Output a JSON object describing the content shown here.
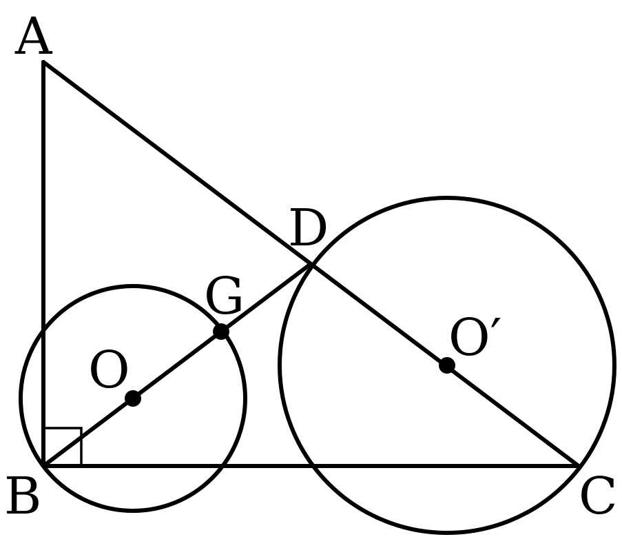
{
  "labels": {
    "A": "A",
    "B": "B",
    "C": "C",
    "D": "D",
    "G": "G",
    "O": "O",
    "O_prime": "O′"
  },
  "colors": {
    "stroke": "#000000",
    "background": "#ffffff"
  }
}
